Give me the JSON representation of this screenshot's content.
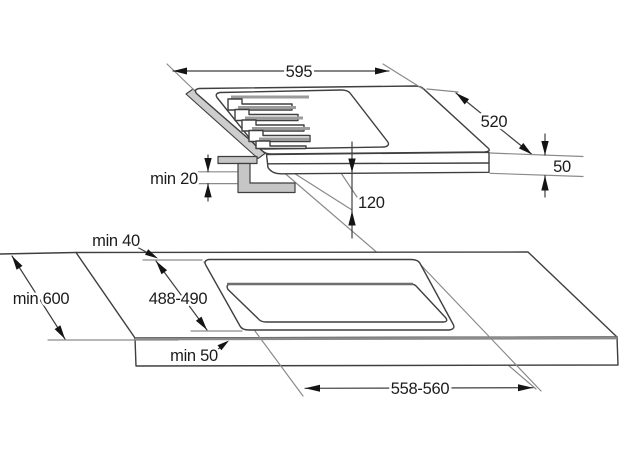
{
  "colors": {
    "background": "#ffffff",
    "line": "#3f3f3f",
    "extension_gray": "#8a8a8a",
    "fill_gray": "#c6c6c6",
    "shade_gray": "#9b9b9b",
    "text": "#1c1c1c"
  },
  "hob_view": {
    "width_label": "595",
    "depth_label": "520",
    "height_label": "50",
    "clamp_gap_label": "min 20",
    "under_depth_label": "120"
  },
  "worktop_view": {
    "back_clearance_label": "min 40",
    "depth_label": "min 600",
    "cutout_depth_label": "488-490",
    "front_clearance_label": "min 50",
    "cutout_width_label": "558-560"
  }
}
